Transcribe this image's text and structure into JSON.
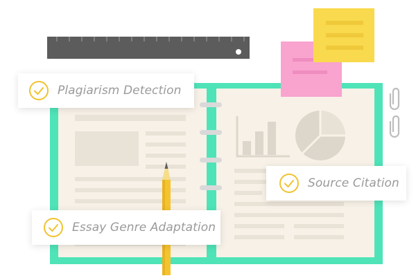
{
  "labels": {
    "plagiarism": "Plagiarism Detection",
    "citation": "Source Citation",
    "genre": "Essay Genre Adaptation"
  },
  "icons": {
    "check": "check-circle-icon",
    "ruler": "ruler-icon",
    "pencil": "pencil-icon",
    "paperclip": "paperclip-icon",
    "sticky_note": "sticky-note-icon",
    "bar_chart": "bar-chart-icon",
    "pie_chart": "pie-chart-icon"
  },
  "colors": {
    "notebook_border": "#4fe3b8",
    "page": "#f7f1e7",
    "page_lines": "#e9e2d6",
    "ruler": "#5c5c5c",
    "pencil": "#f4c430",
    "sticky_pink": "#f9a3cf",
    "sticky_yellow": "#f9d94d",
    "check": "#f0c330",
    "label_text": "#9a9a9a"
  }
}
